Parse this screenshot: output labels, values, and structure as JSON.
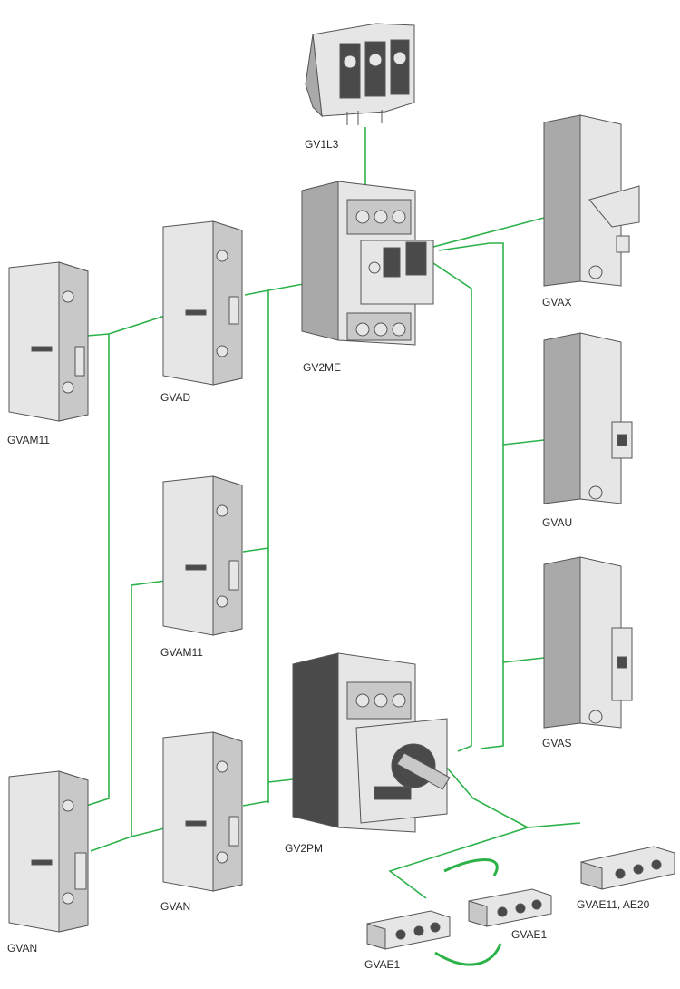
{
  "colors": {
    "wire": "#2db24a",
    "body": "#e6e6e6",
    "body_dark": "#c8c8c8",
    "body_shade": "#a9a9a9",
    "outline": "#555555",
    "dark_housing": "#4a4a4a",
    "label_text": "#2a2a2a"
  },
  "labels": {
    "gv1l3": "GV1L3",
    "gv2me": "GV2ME",
    "gvax": "GVAX",
    "gvad": "GVAD",
    "gvam11_left": "GVAM11",
    "gvau": "GVAU",
    "gvam11_mid": "GVAM11",
    "gvas": "GVAS",
    "gv2pm": "GV2PM",
    "gvan_mid": "GVAN",
    "gvan_left": "GVAN",
    "gvae11": "GVAE11, AE20",
    "gvae1_right": "GVAE1",
    "gvae1_left": "GVAE1"
  },
  "devices": [
    {
      "id": "gv1l3",
      "kind": "terminal-block-icon"
    },
    {
      "id": "gv2me",
      "kind": "motor-circuit-breaker-icon"
    },
    {
      "id": "gv2pm",
      "kind": "rotary-motor-circuit-breaker-icon"
    },
    {
      "id": "gvax",
      "kind": "side-module-icon"
    },
    {
      "id": "gvau",
      "kind": "side-module-icon"
    },
    {
      "id": "gvas",
      "kind": "side-module-icon"
    },
    {
      "id": "gvad",
      "kind": "auxiliary-contact-icon"
    },
    {
      "id": "gvam11_left",
      "kind": "auxiliary-contact-icon"
    },
    {
      "id": "gvam11_mid",
      "kind": "auxiliary-contact-icon"
    },
    {
      "id": "gvan_mid",
      "kind": "auxiliary-contact-icon"
    },
    {
      "id": "gvan_left",
      "kind": "auxiliary-contact-icon"
    },
    {
      "id": "gvae11",
      "kind": "front-contact-block-icon"
    },
    {
      "id": "gvae1_right",
      "kind": "front-contact-block-icon"
    },
    {
      "id": "gvae1_left",
      "kind": "front-contact-block-icon"
    }
  ]
}
